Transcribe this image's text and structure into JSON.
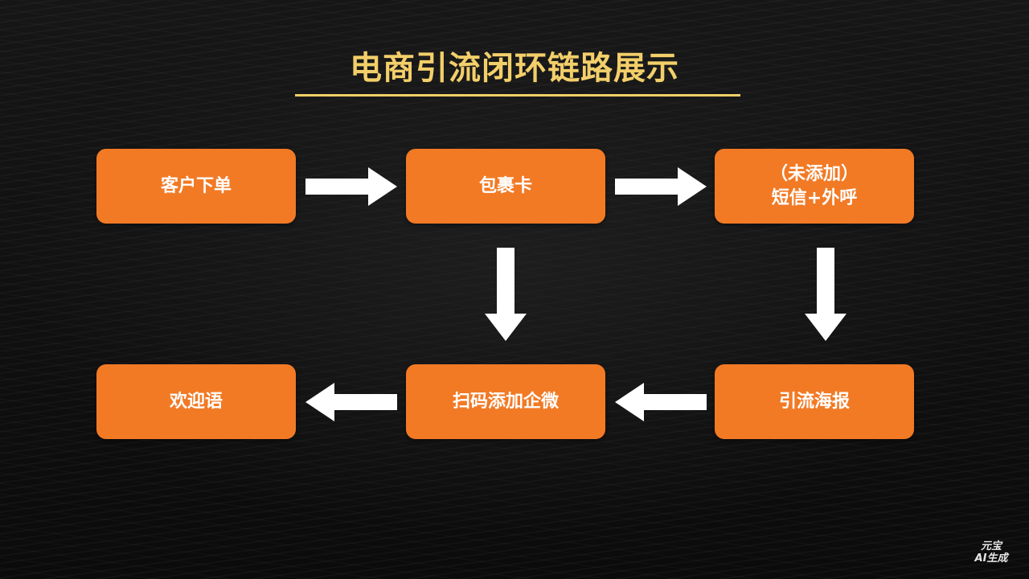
{
  "title": "电商引流闭环链路展示",
  "colors": {
    "title": "#f3cf6a",
    "node": "#f27a25",
    "arrow": "#ffffff"
  },
  "nodes": {
    "order": "客户下单",
    "package_card": "包裹卡",
    "sms_call": "（未添加）\n短信+外呼",
    "poster": "引流海报",
    "scan_wecom": "扫码添加企微",
    "welcome": "欢迎语"
  },
  "watermark": {
    "line1": "元宝",
    "line2": "AI生成"
  }
}
